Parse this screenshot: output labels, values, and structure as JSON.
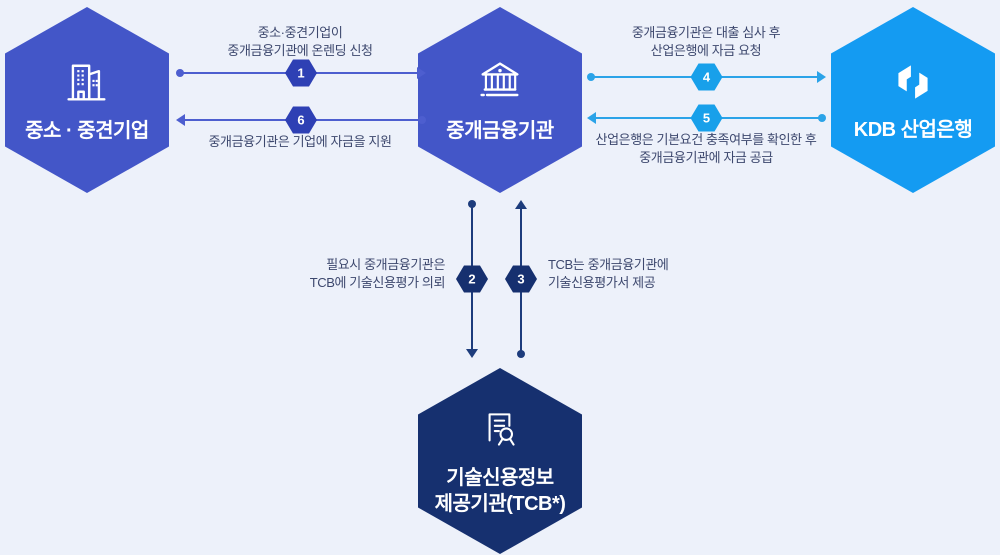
{
  "colors": {
    "background": "#edf1fa",
    "node_primary_blue": "#4356c8",
    "node_kdb_blue": "#149bf2",
    "node_navy": "#16306f",
    "arrow_blue": "#4d5ecf",
    "arrow_cyan": "#2ba3e8",
    "arrow_navy": "#1d3c7c",
    "badge_blue": "#2e40b4",
    "badge_cyan": "#18a0ea",
    "badge_navy": "#16306f",
    "label_text": "#3d486e"
  },
  "nodes": {
    "sme": {
      "label": "중소 · 중견기업",
      "icon": "building-icon"
    },
    "intermediary": {
      "label": "중개금융기관",
      "icon": "bank-icon"
    },
    "kdb": {
      "label": "KDB 산업은행",
      "icon": "kdb-logo-icon"
    },
    "tcb": {
      "label_line1": "기술신용정보",
      "label_line2": "제공기관(TCB*)",
      "icon": "document-seal-icon"
    }
  },
  "flows": {
    "f1": {
      "number": "1",
      "line1": "중소·중견기업이",
      "line2": "중개금융기관에 온렌딩 신청",
      "direction": "right"
    },
    "f6": {
      "number": "6",
      "line1": "중개금융기관은 기업에 자금을 지원",
      "direction": "left"
    },
    "f4": {
      "number": "4",
      "line1": "중개금융기관은 대출 심사 후",
      "line2": "산업은행에 자금 요청",
      "direction": "right"
    },
    "f5": {
      "number": "5",
      "line1": "산업은행은 기본요건 충족여부를 확인한 후",
      "line2": "중개금융기관에 자금 공급",
      "direction": "left"
    },
    "f2": {
      "number": "2",
      "line1": "필요시 중개금융기관은",
      "line2": "TCB에 기술신용평가 의뢰",
      "direction": "down"
    },
    "f3": {
      "number": "3",
      "line1": "TCB는 중개금융기관에",
      "line2": "기술신용평가서 제공",
      "direction": "up"
    }
  }
}
